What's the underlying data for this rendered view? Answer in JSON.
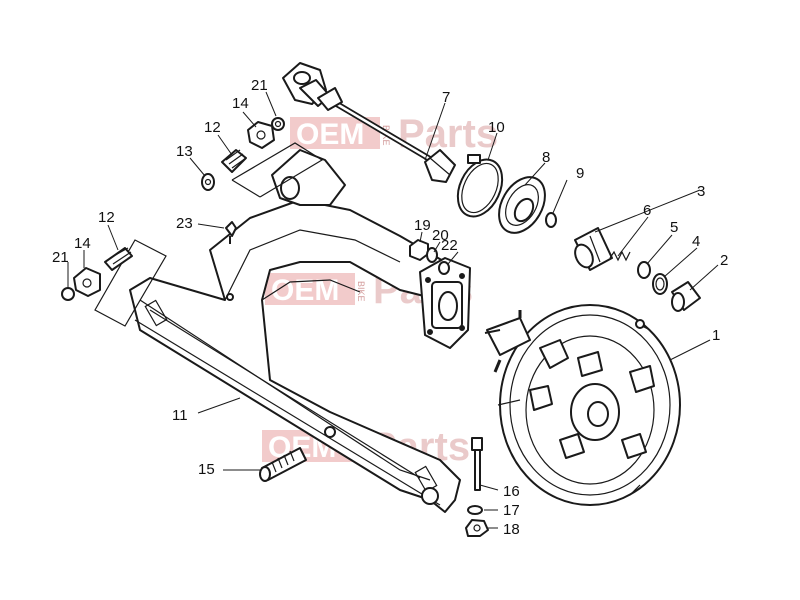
{
  "watermark": {
    "oem": "OEM",
    "side": "BIKE",
    "parts": "Parts",
    "color": "#e07070"
  },
  "callouts": [
    {
      "id": "1",
      "label": "1"
    },
    {
      "id": "2",
      "label": "2"
    },
    {
      "id": "3",
      "label": "3"
    },
    {
      "id": "4",
      "label": "4"
    },
    {
      "id": "5",
      "label": "5"
    },
    {
      "id": "6",
      "label": "6"
    },
    {
      "id": "7",
      "label": "7"
    },
    {
      "id": "8",
      "label": "8"
    },
    {
      "id": "9",
      "label": "9"
    },
    {
      "id": "10",
      "label": "10"
    },
    {
      "id": "11",
      "label": "11"
    },
    {
      "id": "12a",
      "label": "12"
    },
    {
      "id": "12b",
      "label": "12"
    },
    {
      "id": "13",
      "label": "13"
    },
    {
      "id": "14a",
      "label": "14"
    },
    {
      "id": "14b",
      "label": "14"
    },
    {
      "id": "15",
      "label": "15"
    },
    {
      "id": "16",
      "label": "16"
    },
    {
      "id": "17",
      "label": "17"
    },
    {
      "id": "18",
      "label": "18"
    },
    {
      "id": "19",
      "label": "19"
    },
    {
      "id": "20",
      "label": "20"
    },
    {
      "id": "21a",
      "label": "21"
    },
    {
      "id": "21b",
      "label": "21"
    },
    {
      "id": "22",
      "label": "22"
    },
    {
      "id": "23",
      "label": "23"
    }
  ]
}
